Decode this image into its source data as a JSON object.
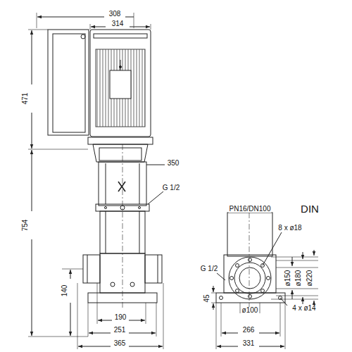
{
  "diagram": {
    "labels": [
      "308",
      "314",
      "471",
      "350",
      "G 1/2",
      "754",
      "140",
      "190",
      "251",
      "365",
      "DIN",
      "PN16/DN100",
      "8 x ø18",
      "G 1/2",
      "ø150",
      "ø180",
      "ø220",
      "45",
      "ø100",
      "266",
      "331",
      "4 x ø14"
    ]
  }
}
